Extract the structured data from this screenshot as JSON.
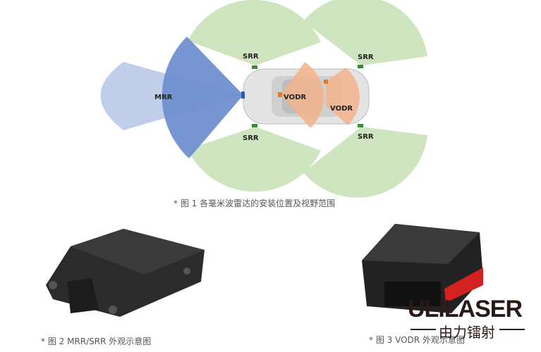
{
  "figure1": {
    "labels": {
      "mrr": "MRR",
      "srr_tl": "SRR",
      "srr_tr": "SRR",
      "srr_bl": "SRR",
      "srr_br": "SRR",
      "vodr_front": "VODR",
      "vodr_rear": "VODR"
    },
    "caption": "* 图 1  各毫米波雷达的安装位置及视野范围",
    "colors": {
      "srr": "#cfe5bf",
      "mrr": "#6f8fcf",
      "mrr_far": "#b9c9e8",
      "vodr": "#f3b48c"
    }
  },
  "figure2": {
    "caption": "* 图 2  MRR/SRR 外观示意图"
  },
  "figure3": {
    "caption": "* 图 3 VODR 外观示意图"
  },
  "watermark": {
    "brand": "ULILASER",
    "subtitle": "由力镭射"
  }
}
